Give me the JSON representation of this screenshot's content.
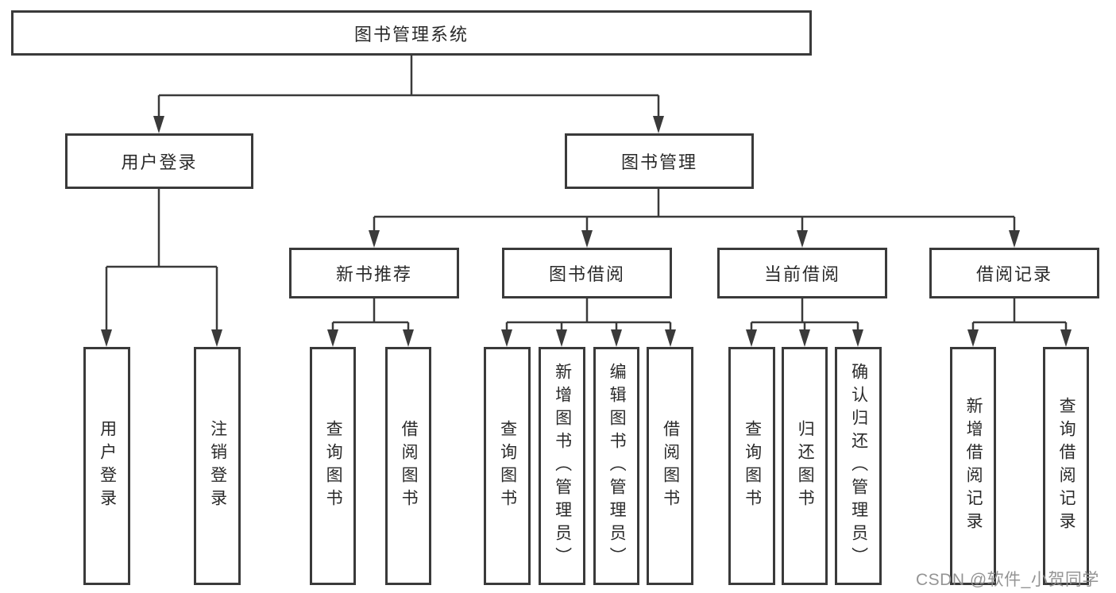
{
  "diagram": {
    "root": "图书管理系统",
    "user_branch": {
      "label": "用户登录",
      "children": [
        "用户登录",
        "注销登录"
      ]
    },
    "mgmt_branch": {
      "label": "图书管理",
      "groups": [
        {
          "label": "新书推荐",
          "children": [
            "查询图书",
            "借阅图书"
          ]
        },
        {
          "label": "图书借阅",
          "children": [
            "查询图书",
            "新增图书（管理员）",
            "编辑图书（管理员）",
            "借阅图书"
          ]
        },
        {
          "label": "当前借阅",
          "children": [
            "查询图书",
            "归还图书",
            "确认归还（管理员）"
          ]
        },
        {
          "label": "借阅记录",
          "children": [
            "新增借阅记录",
            "查询借阅记录"
          ]
        }
      ]
    }
  },
  "watermark": "CSDN @软件_小贺同学",
  "colors": {
    "line": "#3a3a3a",
    "border": "#3a3a3a",
    "text": "#2a2a2a",
    "watermark": "#8e8e8e",
    "background": "#ffffff"
  }
}
